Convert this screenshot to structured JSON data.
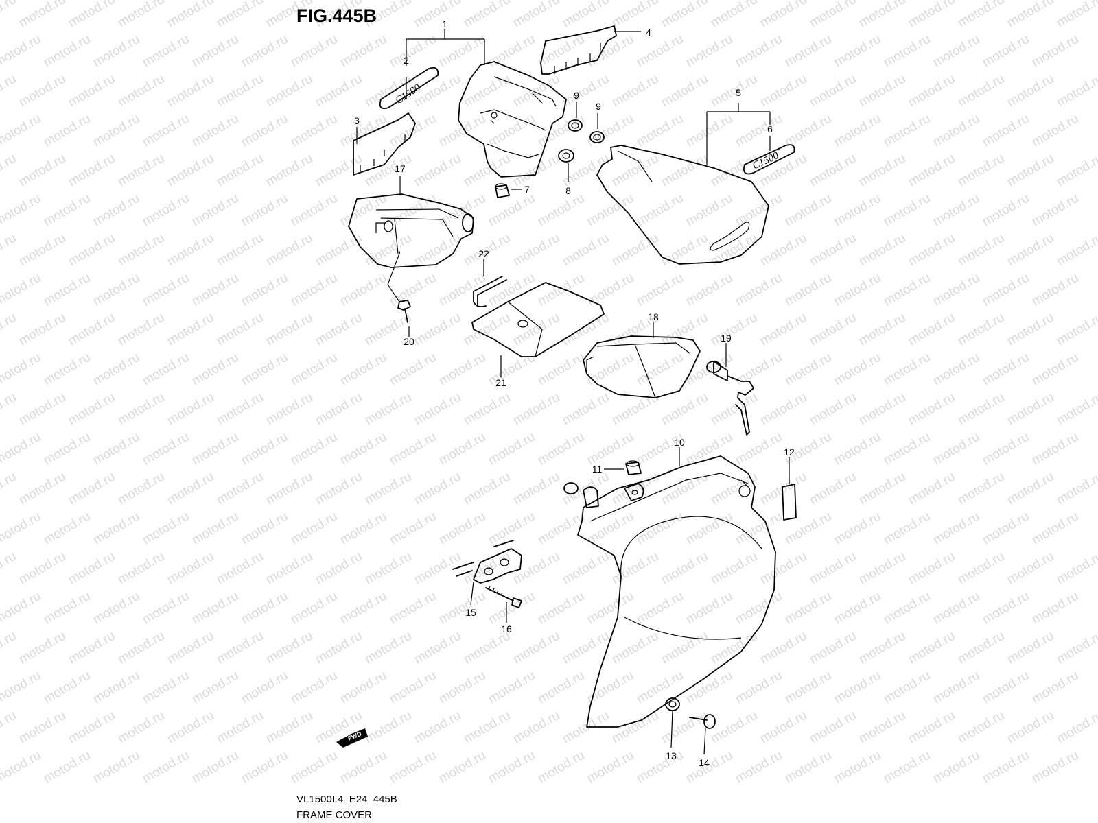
{
  "figure": {
    "title": "FIG.445B",
    "model_code": "VL1500L4_E24_445B",
    "caption": "FRAME COVER"
  },
  "watermark": "motod.ru",
  "direction_marker": "FWD",
  "emblem_text": "C1500",
  "callouts": [
    "1",
    "2",
    "3",
    "4",
    "5",
    "6",
    "7",
    "8",
    "9",
    "9",
    "10",
    "11",
    "12",
    "13",
    "14",
    "15",
    "16",
    "17",
    "18",
    "19",
    "20",
    "21",
    "22"
  ]
}
